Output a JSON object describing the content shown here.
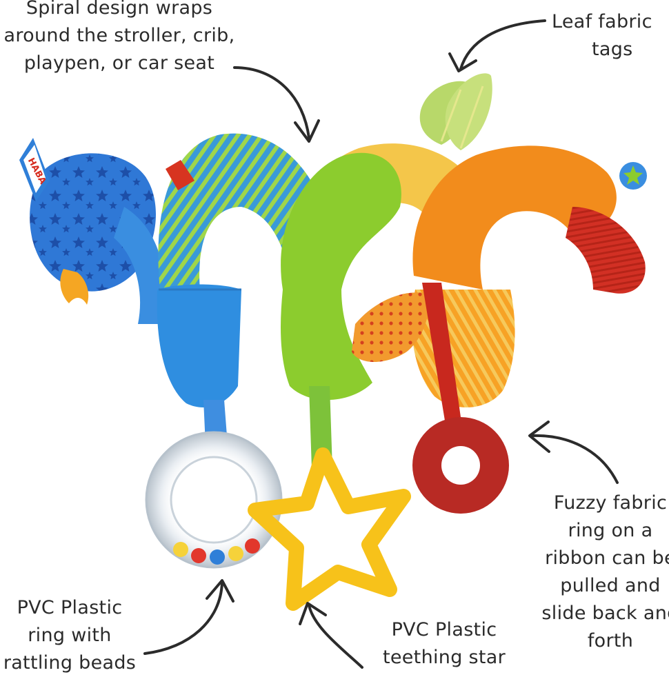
{
  "callouts": {
    "spiral": [
      "Spiral design wraps",
      "around the stroller, crib,",
      "playpen, or car seat"
    ],
    "leaf": [
      "Leaf fabric",
      "tags"
    ],
    "fuzzy": [
      "Fuzzy fabric",
      "ring on a",
      "ribbon can be",
      "pulled and",
      "slide back and",
      "forth"
    ],
    "ring": [
      "PVC Plastic",
      "ring with",
      "rattling beads"
    ],
    "star": [
      "PVC Plastic",
      "teething star"
    ]
  },
  "brand_tag": "HABA",
  "colors": {
    "blue_body": "#2f78d6",
    "blue_light": "#3aa0e0",
    "stripe_green": "#8fcf3a",
    "green_plush": "#8ccc2e",
    "yellow_plush": "#f5c94a",
    "orange_plush": "#f28c1c",
    "red_cord": "#c8281e",
    "ring_red": "#b82a24",
    "star_yellow": "#f7c21a",
    "leaf_green": "#b8d86a",
    "arrow": "#2b2b2b"
  }
}
